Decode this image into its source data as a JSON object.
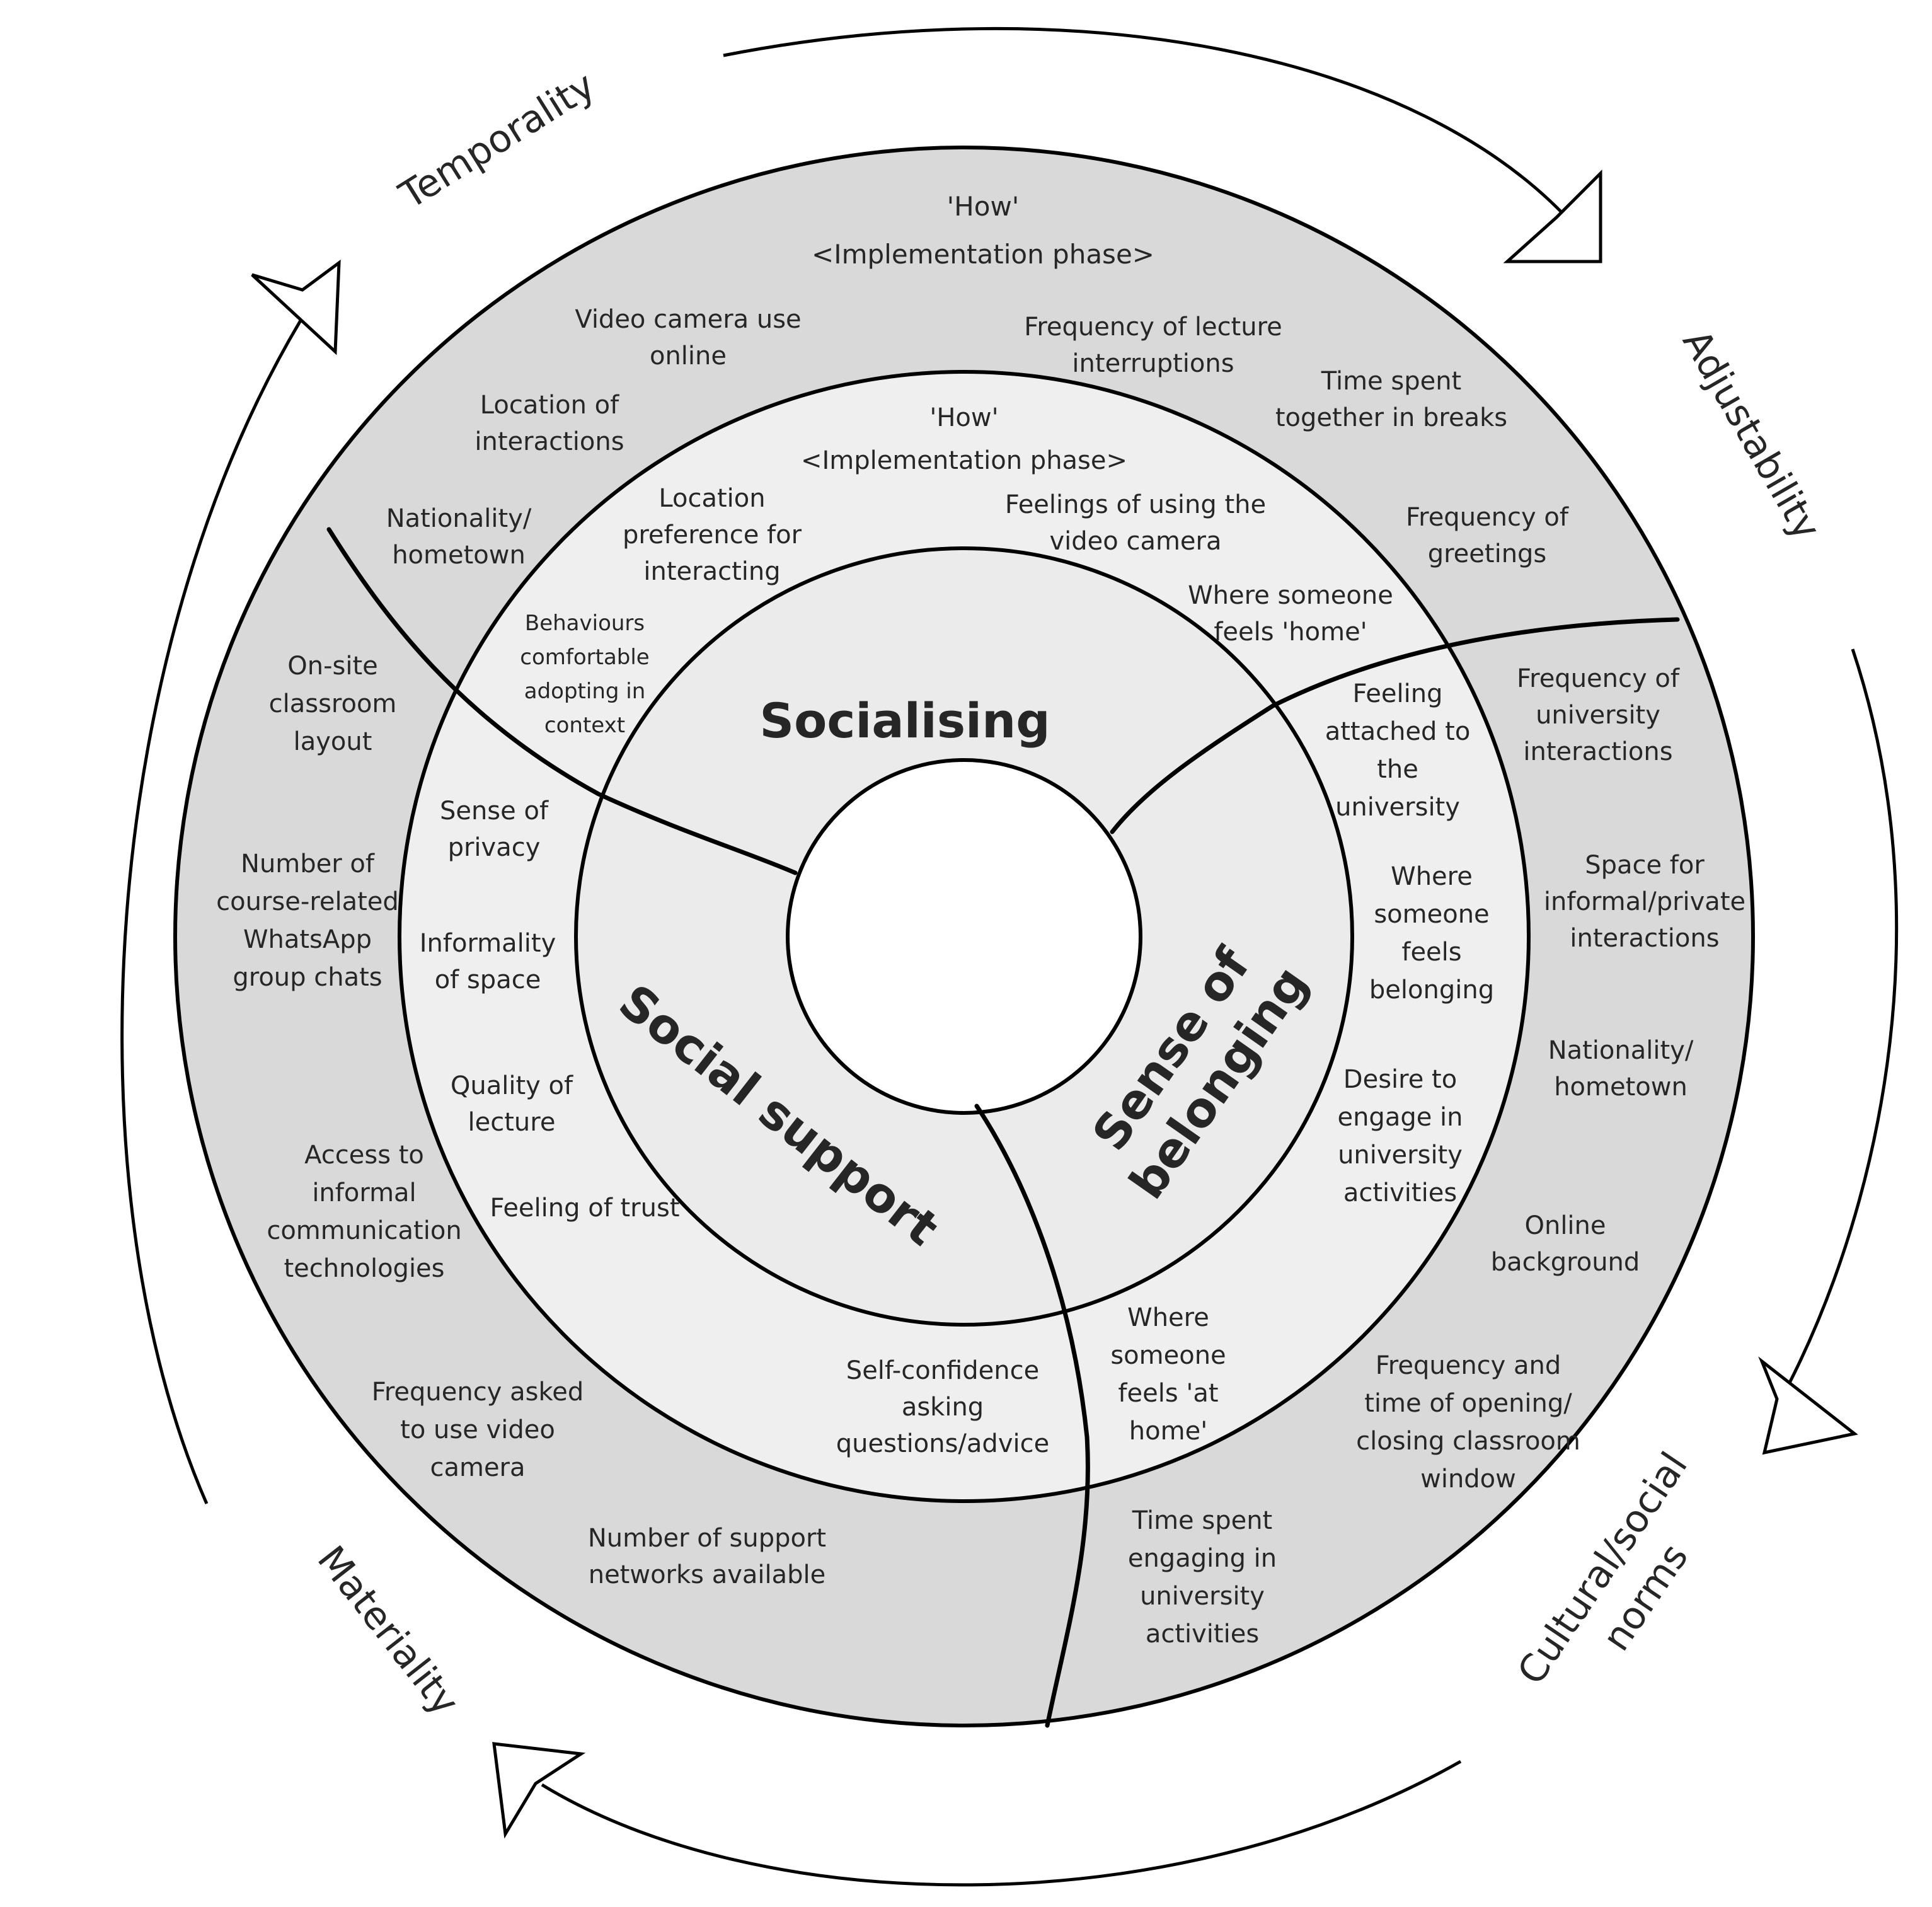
{
  "corners": {
    "temporality": "Temporality",
    "adjustability": "Adjustability",
    "cultural_line1": "Cultural/social",
    "cultural_line2": "norms",
    "materiality": "Materiality"
  },
  "themes": {
    "socialising": "Socialising",
    "social_support": "Social support",
    "sense_line1": "Sense of",
    "sense_line2": "belonging"
  },
  "outer_how": {
    "line1": "'How'",
    "line2": "<Implementation phase>"
  },
  "inner_how": {
    "line1": "'How'",
    "line2": "<Implementation phase>"
  },
  "outer_ring": [
    {
      "id": "video-camera-use",
      "lines": [
        "Video camera use",
        "online"
      ]
    },
    {
      "id": "frequency-lecture-interruptions",
      "lines": [
        "Frequency of lecture",
        "interruptions"
      ]
    },
    {
      "id": "location-of-interactions",
      "lines": [
        "Location of",
        "interactions"
      ]
    },
    {
      "id": "time-together-breaks",
      "lines": [
        "Time spent",
        "together in breaks"
      ]
    },
    {
      "id": "nationality-outer-top",
      "lines": [
        "Nationality/",
        "hometown"
      ]
    },
    {
      "id": "frequency-greetings",
      "lines": [
        "Frequency of",
        "greetings"
      ]
    },
    {
      "id": "onsite-classroom-layout",
      "lines": [
        "On-site",
        "classroom",
        "layout"
      ]
    },
    {
      "id": "whatsapp-group-chats",
      "lines": [
        "Number of",
        "course-related",
        "WhatsApp",
        "group chats"
      ]
    },
    {
      "id": "informal-communication-tech",
      "lines": [
        "Access to",
        "informal",
        "communication",
        "technologies"
      ]
    },
    {
      "id": "frequency-video-camera",
      "lines": [
        "Frequency asked",
        "to use video",
        "camera"
      ]
    },
    {
      "id": "support-networks",
      "lines": [
        "Number of support",
        "networks available"
      ]
    },
    {
      "id": "frequency-university-interactions",
      "lines": [
        "Frequency of",
        "university",
        "interactions"
      ]
    },
    {
      "id": "space-informal-interactions",
      "lines": [
        "Space for",
        "informal/private",
        "interactions"
      ]
    },
    {
      "id": "nationality-outer-right",
      "lines": [
        "Nationality/",
        "hometown"
      ]
    },
    {
      "id": "online-background",
      "lines": [
        "Online",
        "background"
      ]
    },
    {
      "id": "classroom-window",
      "lines": [
        "Frequency and",
        "time of opening/",
        "closing classroom",
        "window"
      ]
    },
    {
      "id": "time-university-activities",
      "lines": [
        "Time spent",
        "engaging in",
        "university",
        "activities"
      ]
    }
  ],
  "middle_ring": [
    {
      "id": "location-preference",
      "lines": [
        "Location",
        "preference for",
        "interacting"
      ]
    },
    {
      "id": "feelings-video-camera",
      "lines": [
        "Feelings of using the",
        "video camera"
      ]
    },
    {
      "id": "behaviours-comfortable",
      "lines": [
        "Behaviours",
        "comfortable",
        "adopting in",
        "context"
      ]
    },
    {
      "id": "feels-home",
      "lines": [
        "Where someone",
        "feels 'home'"
      ]
    },
    {
      "id": "feeling-attached",
      "lines": [
        "Feeling",
        "attached to",
        "the",
        "university"
      ]
    },
    {
      "id": "feels-belonging",
      "lines": [
        "Where",
        "someone",
        "feels",
        "belonging"
      ]
    },
    {
      "id": "desire-engage",
      "lines": [
        "Desire to",
        "engage in",
        "university",
        "activities"
      ]
    },
    {
      "id": "sense-of-privacy",
      "lines": [
        "Sense of",
        "privacy"
      ]
    },
    {
      "id": "informality-of-space",
      "lines": [
        "Informality",
        "of space"
      ]
    },
    {
      "id": "quality-of-lecture",
      "lines": [
        "Quality of",
        "lecture"
      ]
    },
    {
      "id": "feeling-of-trust",
      "lines": [
        "Feeling of trust"
      ]
    },
    {
      "id": "self-confidence",
      "lines": [
        "Self-confidence",
        "asking",
        "questions/advice"
      ]
    },
    {
      "id": "feels-at-home",
      "lines": [
        "Where",
        "someone",
        "feels 'at",
        "home'"
      ]
    }
  ]
}
